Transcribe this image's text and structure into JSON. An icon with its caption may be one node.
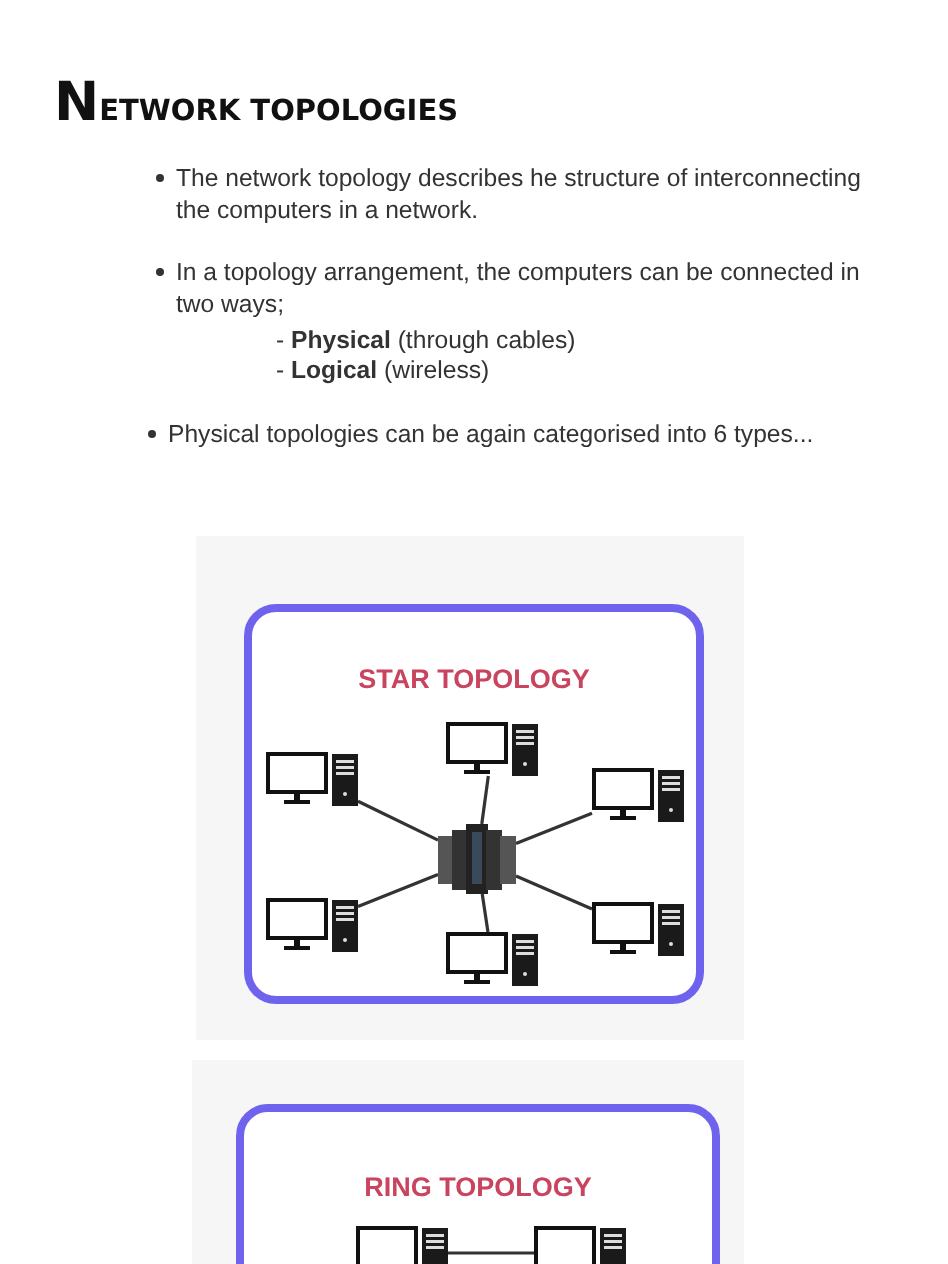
{
  "diagram": {
    "title": "NETWORK TOPOLOGIES",
    "nodes": [
      {
        "text": [
          "STAR TOPOLOGY"
        ]
      },
      {
        "text": [],
        "shape": "computer",
        "in": 0
      },
      {
        "text": [],
        "shape": "computer",
        "in": 0
      },
      {
        "text": [],
        "shape": "computer",
        "in": 0
      },
      {
        "text": [],
        "shape": "server",
        "in": 0
      },
      {
        "text": [],
        "shape": "computer",
        "in": 0
      },
      {
        "text": [],
        "shape": "computer",
        "in": 0
      },
      {
        "text": [],
        "shape": "computer",
        "in": 0
      },
      {
        "text": [
          "RING TOPOLOGY"
        ]
      },
      {
        "text": [],
        "shape": "computer",
        "in": 8
      },
      {
        "text": [],
        "shape": "computer",
        "in": 8
      }
    ],
    "edges": [
      {
        "from": 4,
        "to": 1,
        "arrow": "none"
      },
      {
        "from": 4,
        "to": 2,
        "arrow": "none"
      },
      {
        "from": 4,
        "to": 3,
        "arrow": "none"
      },
      {
        "from": 4,
        "to": 5,
        "arrow": "none"
      },
      {
        "from": 4,
        "to": 6,
        "arrow": "none"
      },
      {
        "from": 4,
        "to": 7,
        "arrow": "none"
      },
      {
        "from": 9,
        "to": 10,
        "arrow": "none"
      }
    ],
    "labels": [
      "The network topology describes he structure of interconnecting the  computers in a network.",
      "In a topology arrangement, the computers can be connected in two ways;",
      "- **Physical** (through cables)",
      "- **Logical** (wireless)",
      "Physical topologies can be again categorised into 6 types..."
    ]
  }
}
